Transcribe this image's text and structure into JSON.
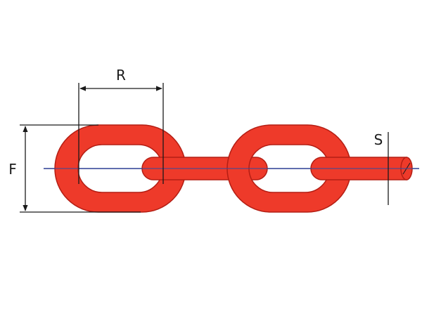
{
  "diagram": {
    "labels": {
      "pitch": "R",
      "width": "F",
      "diameter": "S"
    },
    "colors": {
      "link_fill": "#ee3a2a",
      "link_outline": "#b41e14",
      "dimension_line": "#1a1a1a",
      "centerline": "#3a4a9a",
      "background": "#ffffff"
    }
  }
}
